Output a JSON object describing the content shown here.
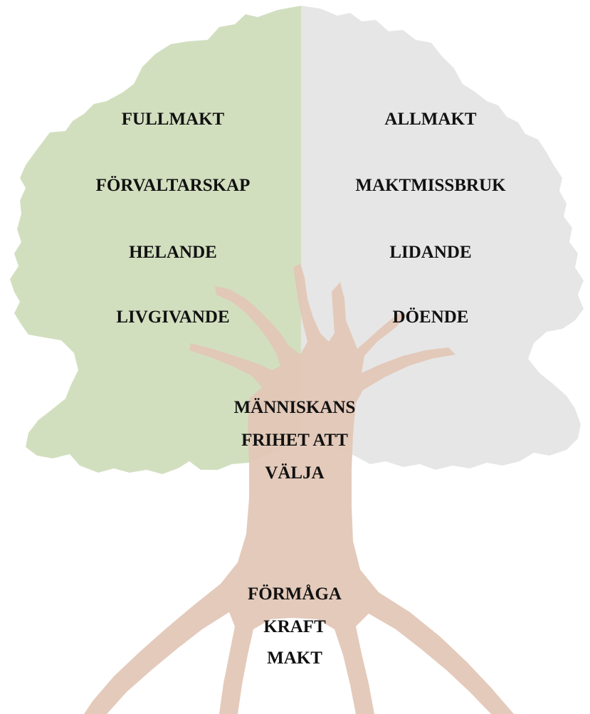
{
  "colors": {
    "left_canopy": "#d2dfbf",
    "right_canopy": "#e6e6e6",
    "trunk": "#e2c6b6",
    "text": "#111111",
    "background": "#ffffff"
  },
  "left_side": {
    "items": [
      "FULLMAKT",
      "FÖRVALTARSKAP",
      "HELANDE",
      "LIVGIVANDE"
    ]
  },
  "right_side": {
    "items": [
      "ALLMAKT",
      "MAKTMISSBRUK",
      "LIDANDE",
      "DÖENDE"
    ]
  },
  "trunk": {
    "lines": [
      "MÄNNISKANS",
      "FRIHET ATT",
      "VÄLJA"
    ]
  },
  "roots": {
    "lines": [
      "FÖRMÅGA",
      "KRAFT",
      "MAKT"
    ]
  }
}
